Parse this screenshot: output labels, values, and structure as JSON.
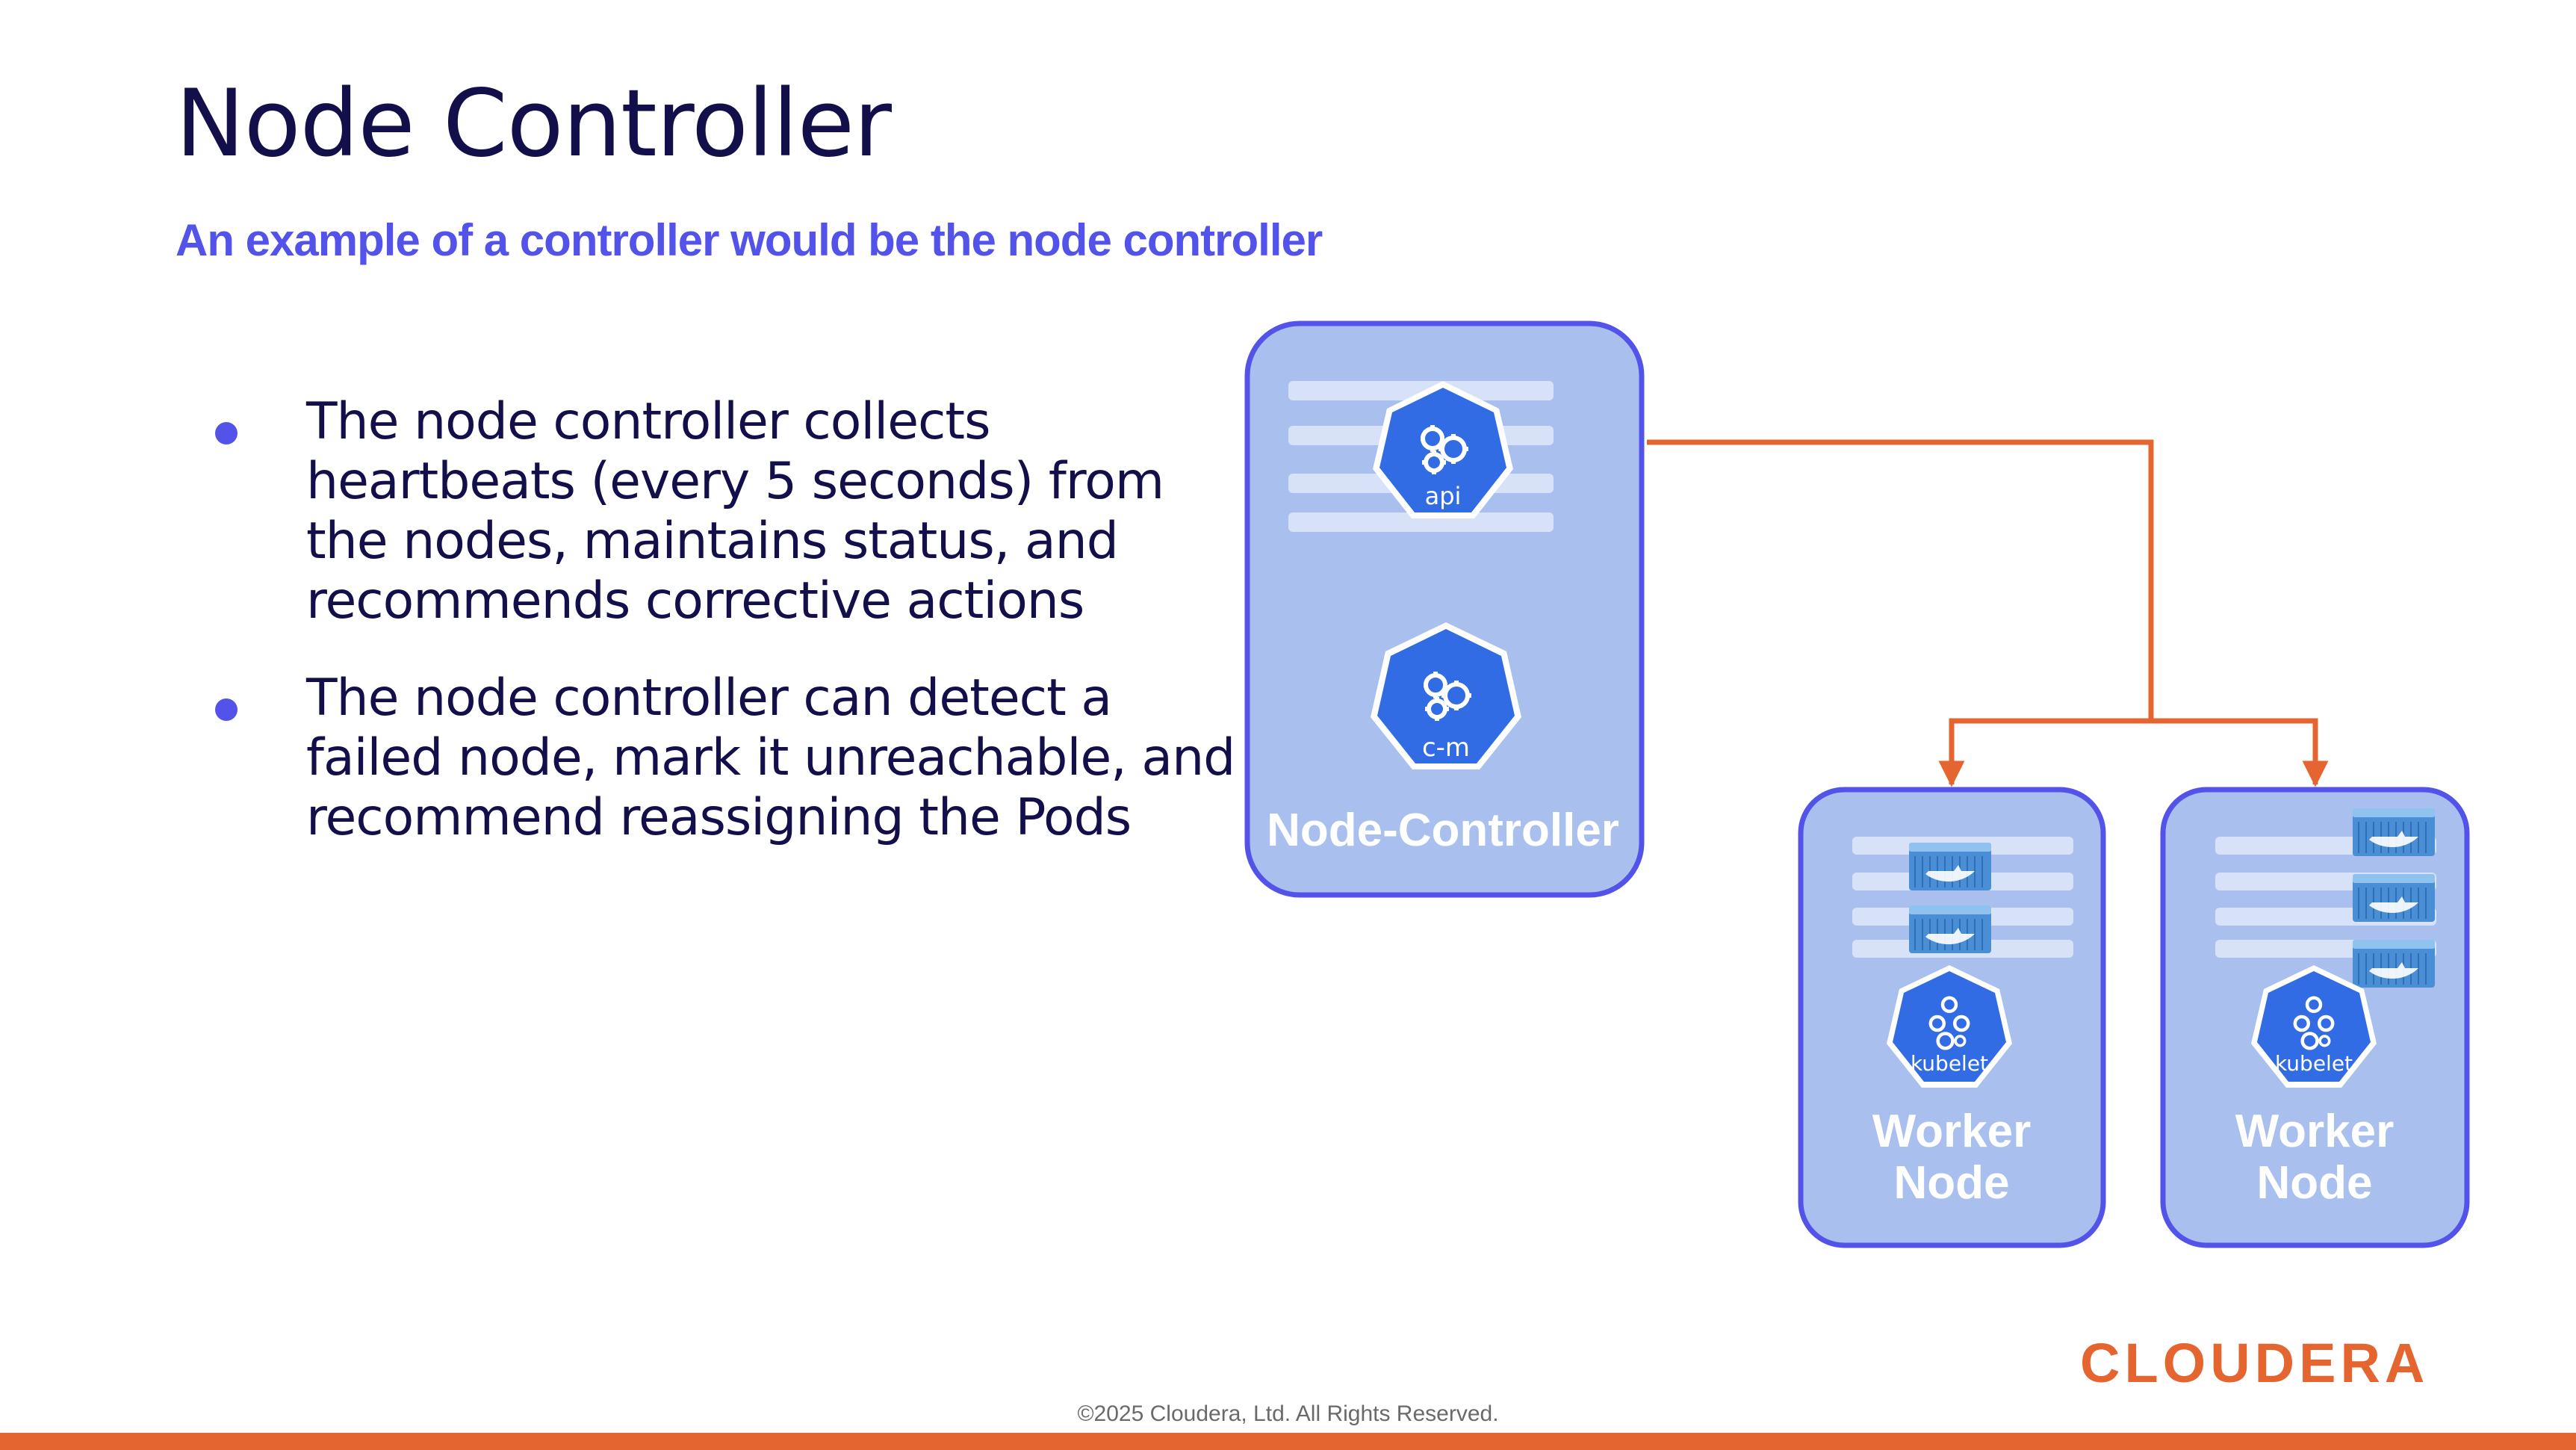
{
  "slide": {
    "title": "Node Controller",
    "subtitle": "An example of a controller would be the node controller"
  },
  "bullets": [
    {
      "lines": [
        "The node controller collects",
        "heartbeats (every 5 seconds)  from",
        "the nodes, maintains status, and",
        "recommends corrective actions"
      ]
    },
    {
      "lines": [
        "The node controller can detect a",
        "failed node, mark it unreachable,  and",
        "recommend reassigning the Pods"
      ]
    }
  ],
  "diagram": {
    "controller_label": "Node-Controller",
    "api_label": "api",
    "cm_label": "c-m",
    "workers": [
      {
        "line1": "Worker",
        "line2": "Node",
        "kubelet_label": "kubelet"
      },
      {
        "line1": "Worker",
        "line2": "Node",
        "kubelet_label": "kubelet"
      }
    ]
  },
  "brand": {
    "logo": "CLOUDERA",
    "copyright": "©2025 Cloudera, Ltd. All Rights Reserved."
  },
  "colors": {
    "accent": "#e4652f",
    "heading": "#120f4b",
    "purple": "#5353ea",
    "node_fill": "#a9c0ef",
    "k8s_blue": "#326ce5",
    "container": "#4a8fd6"
  }
}
